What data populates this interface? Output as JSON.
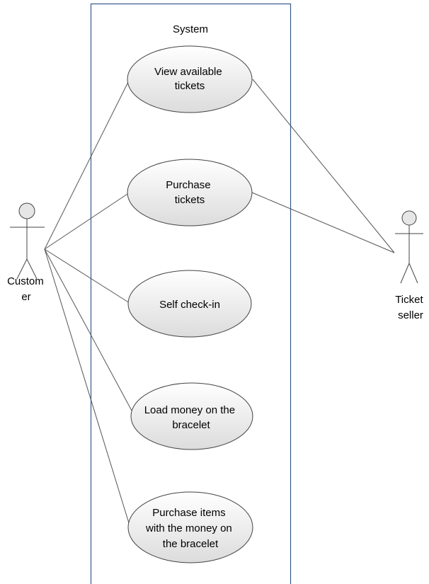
{
  "system": {
    "label": "System"
  },
  "actors": {
    "customer": {
      "label_lines": [
        "Custom",
        "er"
      ]
    },
    "ticket_seller": {
      "label_lines": [
        "Ticket",
        "seller"
      ]
    }
  },
  "use_cases": [
    {
      "lines": [
        "View available",
        "tickets"
      ]
    },
    {
      "lines": [
        "Purchase",
        "tickets"
      ]
    },
    {
      "lines": [
        "Self check-in"
      ]
    },
    {
      "lines": [
        "Load money on the",
        "bracelet"
      ]
    },
    {
      "lines": [
        "Purchase items",
        "with the money on",
        "the bracelet"
      ]
    }
  ],
  "colors": {
    "system_border": "#3a5a8c",
    "ellipse_fill_top": "#ffffff",
    "ellipse_fill_bottom": "#dcdcdc",
    "actor_head_fill": "#e6e6e6"
  }
}
